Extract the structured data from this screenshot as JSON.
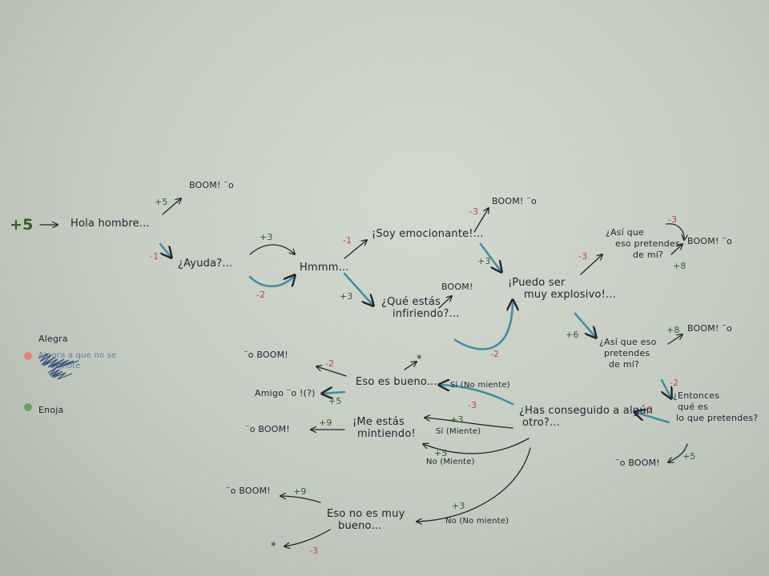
{
  "colors": {
    "paper": "#c9cfc6",
    "ink": "#1f2430",
    "joy": "#e57f78",
    "anger": "#6aa35c",
    "teal": "#3e8fa0"
  },
  "nodes": {
    "start_value": "+5",
    "hola": "Hola hombre...",
    "boom_1": "BOOM! ¨o",
    "ayuda": "¿Ayuda?...",
    "hmm": "Hmmm...",
    "soy_emocionante": "¡Soy emocionante!...",
    "boom_2": "BOOM! ¨o",
    "que_estas": [
      "¿Qué estás",
      "infiriendo?..."
    ],
    "boom_3": "BOOM!",
    "puedo_ser": [
      "¡Puedo ser",
      "muy explosivo!..."
    ],
    "asi_que_top": [
      "¿Así que",
      "eso pretendes",
      "de mí?"
    ],
    "boom_4": "BOOM! ¨o",
    "asi_que_mid": [
      "¿Así que eso",
      "pretendes",
      "de mí?"
    ],
    "boom_5": "BOOM! ¨o",
    "entonces": [
      "¿Entonces",
      "qué es",
      "lo que pretendes?"
    ],
    "boom_6": "¨o BOOM!",
    "has_conseguido": [
      "¿Has conseguido a algún",
      "otro?..."
    ],
    "eso_es_bueno": "Eso es bueno...",
    "boom_7": "¨o BOOM!",
    "amigo": "Amigo ¨o !(?)",
    "me_estas": [
      "¡Me estás",
      "mintiendo!"
    ],
    "boom_8": "¨o BOOM!",
    "eso_no": [
      "Eso no es muy",
      "bueno..."
    ],
    "boom_9": "¨o BOOM!",
    "asterisk_1": "*",
    "asterisk_2": "*"
  },
  "edges": {
    "hola_boom": "+5",
    "hola_ayuda": "-1",
    "ayuda_hmm_top": "+3",
    "ayuda_hmm_bottom": "-2",
    "hmm_soy": "-1",
    "hmm_que": "+3",
    "soy_boom": "-3",
    "soy_puedo": "+3",
    "que_puedo": "-2",
    "puedo_asi_top": "-3",
    "asi_top_boom_a": "-3",
    "asi_top_boom_b": "+8",
    "puedo_asi_mid": "+6",
    "asi_mid_boom": "+8",
    "asi_mid_entonces": "-2",
    "entonces_has": "-2",
    "entonces_boom": "+5",
    "si_no_mient": "Sí (No miente)",
    "si_no_mient_val": "-3",
    "si_miente": "Sí (Miente)",
    "si_miente_val": "+3",
    "no_miente": "No (Miente)",
    "no_miente_val": "+5",
    "no_no_miente": "No (No miente)",
    "no_no_miente_val": "+3",
    "bueno_boom": "-2",
    "amigo_val": "+5",
    "mintiendo_boom": "+9",
    "eso_no_boom": "+9",
    "eso_no_asterisk": "-3"
  },
  "legend": {
    "alegria": "Alegra",
    "scribbled": [
      "Alegra a que no se",
      "explote"
    ],
    "enojo": "Enoja"
  }
}
